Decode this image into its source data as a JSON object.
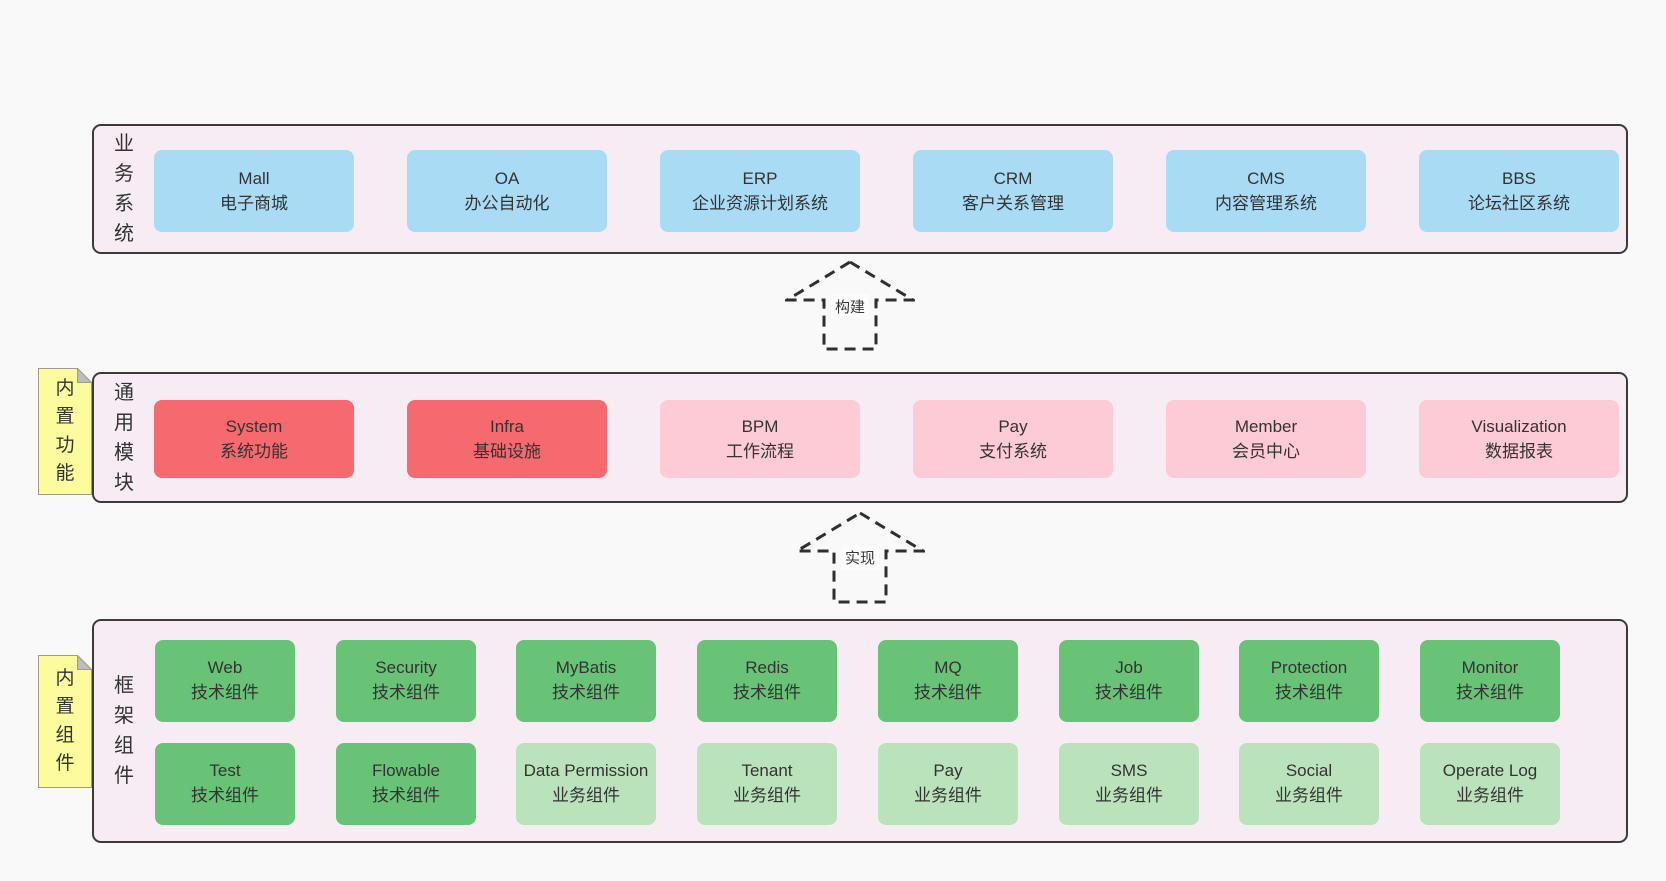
{
  "colors": {
    "page_bg": "#f9f9f9",
    "band_fill": "#f8ecf4",
    "band_border": "#3b3b3b",
    "blue_box": "#a9dbf5",
    "red_box": "#f5696f",
    "pink_box": "#fccbd5",
    "green_dark_box": "#68c376",
    "green_light_box": "#bae3bb",
    "tag_yellow": "#fcfc9f",
    "tag_fold_gray": "#bdbdbd",
    "text": "#333333"
  },
  "bands": [
    {
      "label": "业务系统",
      "boxes": [
        {
          "name": "Mall",
          "subtitle": "电子商城",
          "variant": "blue"
        },
        {
          "name": "OA",
          "subtitle": "办公自动化",
          "variant": "blue"
        },
        {
          "name": "ERP",
          "subtitle": "企业资源计划系统",
          "variant": "blue"
        },
        {
          "name": "CRM",
          "subtitle": "客户关系管理",
          "variant": "blue"
        },
        {
          "name": "CMS",
          "subtitle": "内容管理系统",
          "variant": "blue"
        },
        {
          "name": "BBS",
          "subtitle": "论坛社区系统",
          "variant": "blue"
        }
      ]
    },
    {
      "label": "通用模块",
      "tag": "内置功能",
      "boxes": [
        {
          "name": "System",
          "subtitle": "系统功能",
          "variant": "red"
        },
        {
          "name": "Infra",
          "subtitle": "基础设施",
          "variant": "red"
        },
        {
          "name": "BPM",
          "subtitle": "工作流程",
          "variant": "pink"
        },
        {
          "name": "Pay",
          "subtitle": "支付系统",
          "variant": "pink"
        },
        {
          "name": "Member",
          "subtitle": "会员中心",
          "variant": "pink"
        },
        {
          "name": "Visualization",
          "subtitle": "数据报表",
          "variant": "pink"
        }
      ]
    },
    {
      "label": "框架组件",
      "tag": "内置组件",
      "rows": [
        [
          {
            "name": "Web",
            "subtitle": "技术组件",
            "variant": "green_dark"
          },
          {
            "name": "Security",
            "subtitle": "技术组件",
            "variant": "green_dark"
          },
          {
            "name": "MyBatis",
            "subtitle": "技术组件",
            "variant": "green_dark"
          },
          {
            "name": "Redis",
            "subtitle": "技术组件",
            "variant": "green_dark"
          },
          {
            "name": "MQ",
            "subtitle": "技术组件",
            "variant": "green_dark"
          },
          {
            "name": "Job",
            "subtitle": "技术组件",
            "variant": "green_dark"
          },
          {
            "name": "Protection",
            "subtitle": "技术组件",
            "variant": "green_dark"
          },
          {
            "name": "Monitor",
            "subtitle": "技术组件",
            "variant": "green_dark"
          }
        ],
        [
          {
            "name": "Test",
            "subtitle": "技术组件",
            "variant": "green_dark"
          },
          {
            "name": "Flowable",
            "subtitle": "技术组件",
            "variant": "green_dark"
          },
          {
            "name": "Data Permission",
            "subtitle": "业务组件",
            "variant": "green_light"
          },
          {
            "name": "Tenant",
            "subtitle": "业务组件",
            "variant": "green_light"
          },
          {
            "name": "Pay",
            "subtitle": "业务组件",
            "variant": "green_light"
          },
          {
            "name": "SMS",
            "subtitle": "业务组件",
            "variant": "green_light"
          },
          {
            "name": "Social",
            "subtitle": "业务组件",
            "variant": "green_light"
          },
          {
            "name": "Operate Log",
            "subtitle": "业务组件",
            "variant": "green_light"
          }
        ]
      ]
    }
  ],
  "arrows": [
    {
      "label": "构建"
    },
    {
      "label": "实现"
    }
  ]
}
